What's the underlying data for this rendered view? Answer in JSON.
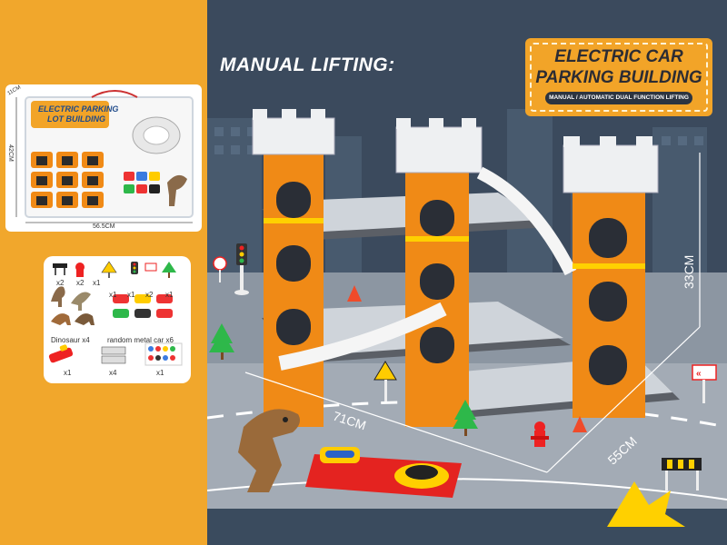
{
  "headline": "MANUAL LIFTING:",
  "title": {
    "line1": "ELECTRIC CAR",
    "line2": "PARKING BUILDING",
    "subtitle": "MANUAL / AUTOMATIC DUAL FUNCTION LIFTING"
  },
  "box": {
    "title_line1": "ELECTRIC PARKING",
    "title_line2": "LOT BUILDING",
    "dim_width": "56.5CM",
    "dim_height": "42CM",
    "dim_depth": "11CM"
  },
  "accessories": {
    "row1_counts": [
      "x2",
      "x2",
      "x1",
      "x1",
      "x1",
      "x2",
      "x1"
    ],
    "dinosaur_label": "Dinosaur x4",
    "car_label": "random metal car x6",
    "launcher_count": "x1",
    "cards_count": "x4",
    "stickers_count": "x1"
  },
  "dimensions": {
    "width": "71CM",
    "depth": "55CM",
    "height": "33CM"
  },
  "colors": {
    "accent": "#f1a72c",
    "background": "#3b4a5d",
    "building_orange": "#f08a16",
    "floor_gray": "#8c96a2"
  }
}
